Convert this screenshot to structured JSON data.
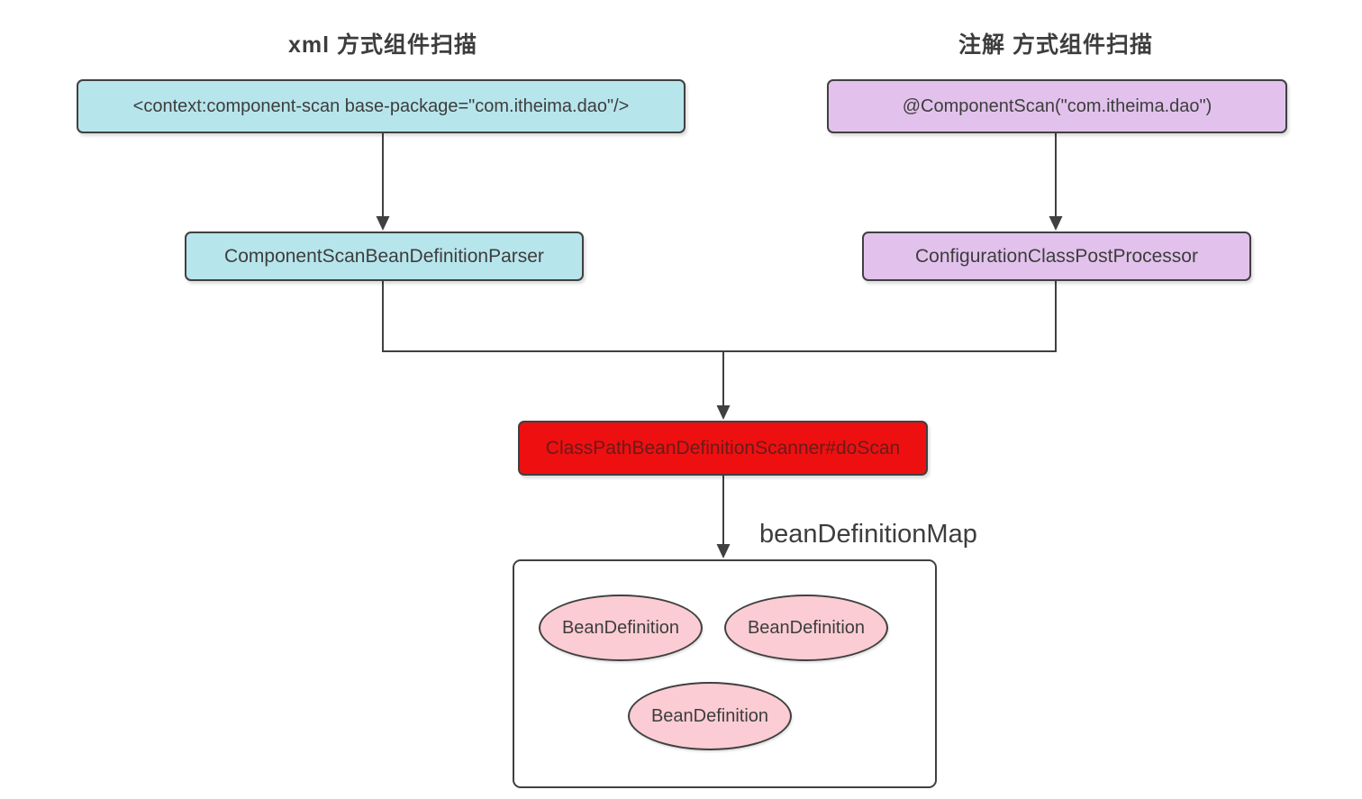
{
  "diagram": {
    "left_branch": {
      "title": "xml 方式组件扫描",
      "source_box": "<context:component-scan base-package=\"com.itheima.dao\"/>",
      "parser_box": "ComponentScanBeanDefinitionParser"
    },
    "right_branch": {
      "title": "注解 方式组件扫描",
      "source_box": "@ComponentScan(\"com.itheima.dao\")",
      "parser_box": "ConfigurationClassPostProcessor"
    },
    "merge_box": "ClassPathBeanDefinitionScanner#doScan",
    "map_label": "beanDefinitionMap",
    "bean_items": [
      "BeanDefinition",
      "BeanDefinition",
      "BeanDefinition"
    ],
    "colors": {
      "xml_fill": "#b7e5ec",
      "annotation_fill": "#e2c2ec",
      "scanner_fill": "#ee1010",
      "scanner_text": "#6b1a1a",
      "bean_fill": "#fbccd3",
      "line": "#404040",
      "text": "#3d3d3d"
    }
  }
}
